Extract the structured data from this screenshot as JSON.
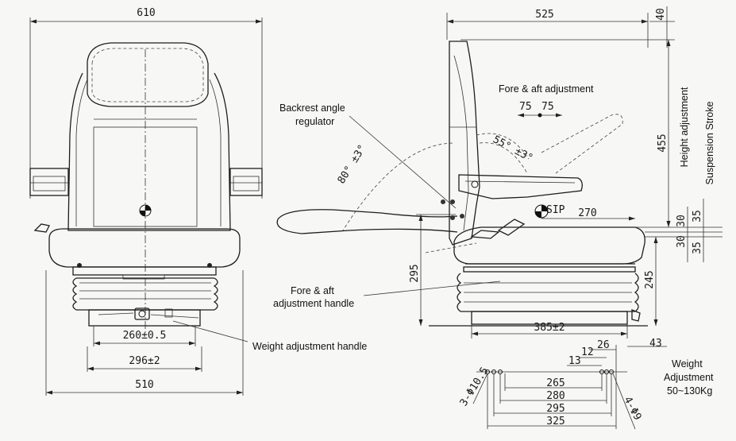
{
  "front_view": {
    "top_width": "610",
    "bellows_top_width": "260±0.5",
    "mount_width": "296±2",
    "base_width": "510"
  },
  "side_view": {
    "top_depth": "525",
    "top_offset": "40",
    "fore_aft_title": "Fore & aft adjustment",
    "fore_aft_values": [
      "75",
      "75"
    ],
    "backrest_angle_label": "Backrest angle regulator",
    "backrest_angle_line1": "Backrest angle",
    "backrest_angle_line2": "regulator",
    "backrest_rake": "55° ±3°",
    "backrest_recline": "80° ±3°",
    "sip_label": "SIP",
    "sip_horizontal": "270",
    "seat_to_floor": "295",
    "height_total": "455",
    "height_adjustment_label": "Height adjustment",
    "suspension_stroke_label": "Suspension Stroke",
    "stroke_up_a": "30",
    "stroke_up_b": "35",
    "stroke_down_a": "30",
    "stroke_down_b": "35",
    "lower_height": "245",
    "fore_aft_handle_line1": "Fore & aft",
    "fore_aft_handle_line2": "adjustment handle",
    "base_depth": "385±2",
    "rear_offset": "43"
  },
  "weight_adjustment_handle_label": "Weight adjustment handle",
  "mounting_pattern": {
    "offset_a": "26",
    "offset_b": "12",
    "offset_c": "13",
    "hole_left": "3-Φ10.5",
    "hole_right": "4-Φ9",
    "spacing": [
      "265",
      "280",
      "295",
      "325"
    ]
  },
  "weight_adjustment": {
    "line1": "Weight",
    "line2": "Adjustment",
    "range": "50~130Kg"
  }
}
